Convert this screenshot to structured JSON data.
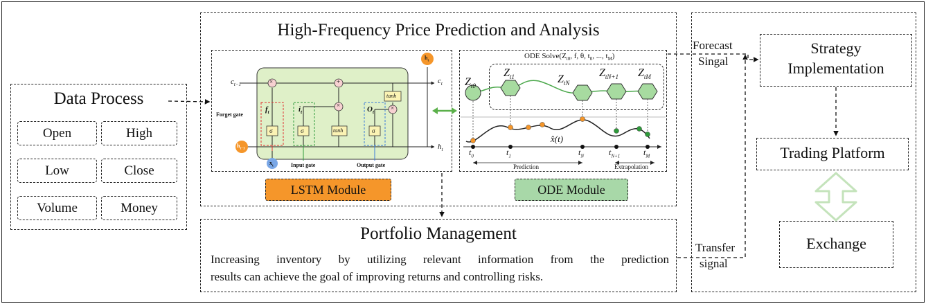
{
  "data_process": {
    "title": "Data Process",
    "items": [
      "Open",
      "High",
      "Low",
      "Close",
      "Volume",
      "Money"
    ]
  },
  "price_prediction": {
    "title": "High-Frequency Price Prediction and Analysis",
    "lstm": {
      "module_label": "LSTM Module",
      "forget_gate": "Forget gate",
      "input_gate": "Input gate",
      "output_gate": "Output gate",
      "sigma": "σ",
      "tanh": "tanh",
      "times": "×",
      "plus": "+",
      "c_prev": "c",
      "c_prev_sub": "t−1",
      "c_next": "c",
      "c_next_sub": "t",
      "h_prev": "h",
      "h_prev_sub": "t−1",
      "h_next": "h",
      "h_next_sub": "t",
      "x_in": "x",
      "x_in_sub": "t",
      "h_top": "h",
      "h_top_sub": "t",
      "f_label": "f",
      "f_sub": "t",
      "i_label": "i",
      "i_sub": "t",
      "o_label": "O",
      "o_sub": "t"
    },
    "ode": {
      "module_label": "ODE Module",
      "solve_label": "ODE Solve(Z",
      "solve_rest": ", f, θ, t",
      "solve_tail": ", ..., t",
      "solve_end": ")",
      "z": "Z",
      "sub_t0": "t0",
      "sub_t1": "t1",
      "sub_tN": "tN",
      "sub_tN1": "tN+1",
      "sub_tM": "tM",
      "xhat": "x̂(t)",
      "t0": "t",
      "t0_sub": "0",
      "t1": "t",
      "t1_sub": "1",
      "tN": "t",
      "tN_sub": "N",
      "tN1": "t",
      "tN1_sub": "N+1",
      "tM": "t",
      "tM_sub": "M",
      "prediction": "Prediction",
      "extrapolation": "Extrapolation"
    }
  },
  "portfolio": {
    "title": "Portfolio Management",
    "line1": "Increasing inventory by utilizing relevant information from the prediction",
    "line2": "results can achieve the goal of improving returns and controlling risks."
  },
  "signals": {
    "forecast_1": "Forecast",
    "forecast_2": "Singal",
    "transfer_1": "Transfer",
    "transfer_2": "signal"
  },
  "right_panel": {
    "strategy_1": "Strategy",
    "strategy_2": "Implementation",
    "trading": "Trading Platform",
    "exchange": "Exchange"
  },
  "colors": {
    "lstm_bg": "#dff0c8",
    "lstm_orange": "#f5962a",
    "ode_green": "#a8d8a8",
    "ode_node": "#a7dba0",
    "gate_yellow": "#fbf3b4",
    "arrow_green": "#5bb04a",
    "double_arrow": "#c4e3bb"
  }
}
